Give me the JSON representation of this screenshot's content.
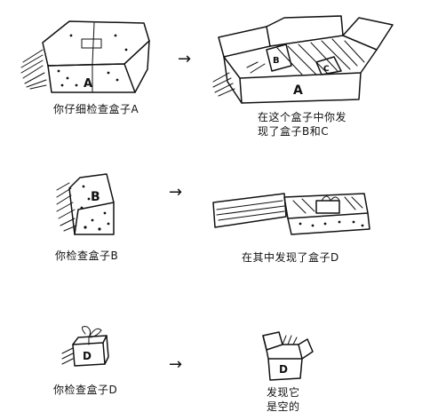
{
  "steps": [
    {
      "left_caption": "你仔细检查盒子A",
      "right_caption_lines": [
        "在这个盒子中你发",
        "现了盒子B和C"
      ],
      "outer_box_letter": "A",
      "inner_labels": [
        "B",
        "C"
      ]
    },
    {
      "left_caption": "你检查盒子B",
      "right_caption_lines": [
        "在其中发现了盒子D"
      ],
      "outer_box_letter": "B"
    },
    {
      "left_caption": "你检查盒子D",
      "right_caption_lines": [
        "发现它",
        "是空的"
      ],
      "outer_box_letter": "D"
    }
  ],
  "arrow_glyph": "→"
}
